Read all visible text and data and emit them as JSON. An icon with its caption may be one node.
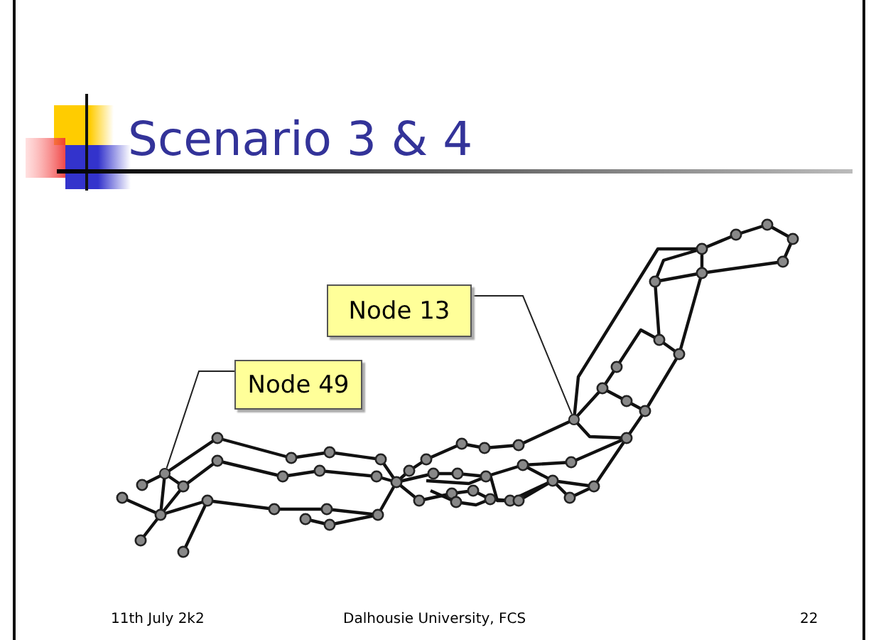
{
  "diagram": {
    "title": "Scenario 3 & 4",
    "nodes": [
      {
        "text": [
          "Node 13"
        ]
      },
      {
        "text": [],
        "shape": "circle"
      },
      {
        "text": [
          "Node 49"
        ]
      },
      {
        "text": [],
        "shape": "circle"
      }
    ],
    "edges": [
      {
        "from": 0,
        "to": 1,
        "arrow": "none"
      },
      {
        "from": 2,
        "to": 3,
        "arrow": "none"
      }
    ],
    "labels": [
      "11th July 2k2",
      "Dalhousie University, FCS",
      "22"
    ]
  }
}
